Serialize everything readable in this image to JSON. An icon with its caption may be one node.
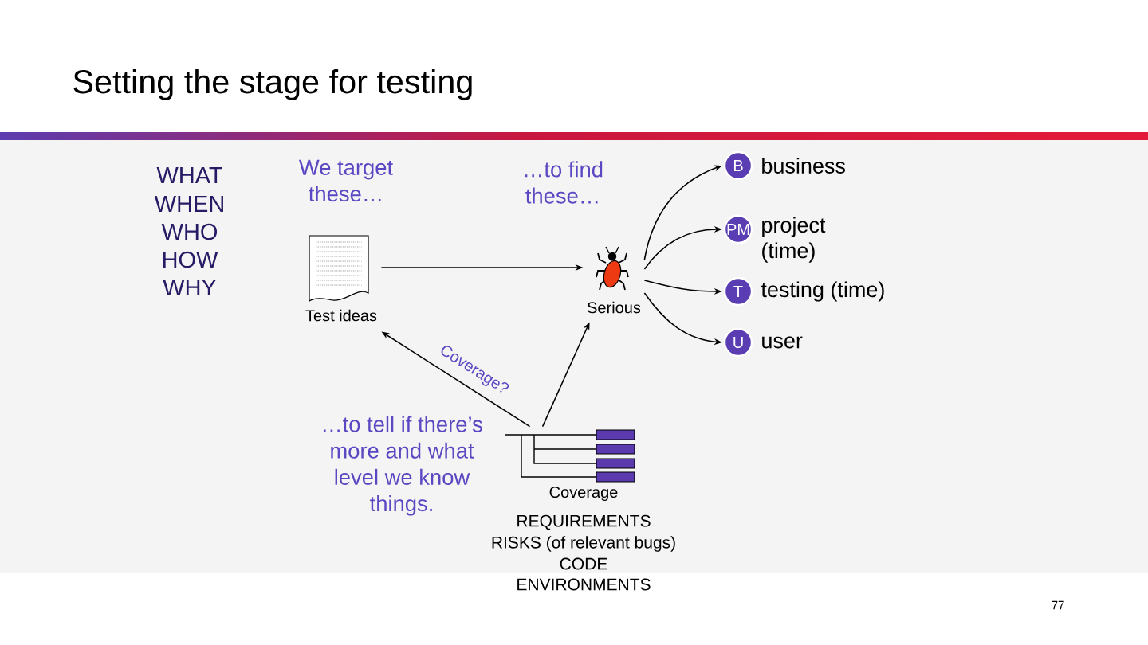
{
  "diagram": {
    "title": "Setting the stage for testing",
    "nodes": [
      {
        "text": [],
        "shape": "picture",
        "beside": [
          "Test ideas"
        ]
      },
      {
        "text": [],
        "shape": "picture",
        "beside": [
          "Serious"
        ]
      },
      {
        "text": [
          "B"
        ],
        "beside": [
          "business"
        ]
      },
      {
        "text": [
          "PM"
        ],
        "beside": [
          "project (time)"
        ]
      },
      {
        "text": [
          "T"
        ],
        "beside": [
          "testing (time)"
        ]
      },
      {
        "text": [
          "U"
        ],
        "beside": [
          "user"
        ]
      },
      {
        "text": [],
        "shape": "picture",
        "beside": [
          "Coverage"
        ]
      }
    ],
    "edges": [
      {
        "from": 0,
        "to": 1,
        "arrow": "to"
      },
      {
        "from": 1,
        "to": 2,
        "arrow": "to"
      },
      {
        "from": 1,
        "to": 3,
        "arrow": "to"
      },
      {
        "from": 1,
        "to": 4,
        "arrow": "to"
      },
      {
        "from": 1,
        "to": 5,
        "arrow": "to"
      },
      {
        "from": 6,
        "to": 0,
        "arrow": "to",
        "label": "Coverage?"
      },
      {
        "from": 6,
        "to": 1,
        "arrow": "to"
      }
    ],
    "labels": [
      "WHAT",
      "WHEN",
      "WHO",
      "HOW",
      "WHY",
      "We target these…",
      "…to find these…",
      "…to tell if there’s more and what level we know things.",
      "REQUIREMENTS",
      "RISKS (of relevant bugs)",
      "CODE",
      "ENVIRONMENTS",
      "77"
    ]
  }
}
